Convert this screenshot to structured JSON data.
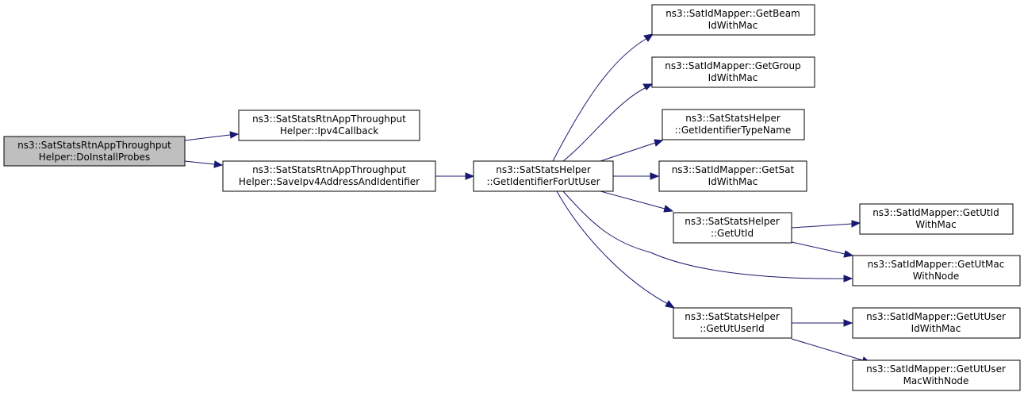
{
  "colors": {
    "node_fill": "#ffffff",
    "root_fill": "#bfbfbf",
    "node_border": "#000000",
    "edge": "#191970"
  },
  "nodes": {
    "doinstall": {
      "line1": "ns3::SatStatsRtnAppThroughput",
      "line2": "Helper::DoInstallProbes"
    },
    "ipv4cb": {
      "line1": "ns3::SatStatsRtnAppThroughput",
      "line2": "Helper::Ipv4Callback"
    },
    "saveipv4": {
      "line1": "ns3::SatStatsRtnAppThroughput",
      "line2": "Helper::SaveIpv4AddressAndIdentifier"
    },
    "getidforut": {
      "line1": "ns3::SatStatsHelper",
      "line2": "::GetIdentifierForUtUser"
    },
    "getbeam": {
      "line1": "ns3::SatIdMapper::GetBeam",
      "line2": "IdWithMac"
    },
    "getgroup": {
      "line1": "ns3::SatIdMapper::GetGroup",
      "line2": "IdWithMac"
    },
    "getidtype": {
      "line1": "ns3::SatStatsHelper",
      "line2": "::GetIdentifierTypeName"
    },
    "getsat": {
      "line1": "ns3::SatIdMapper::GetSat",
      "line2": "IdWithMac"
    },
    "getutid": {
      "line1": "ns3::SatStatsHelper",
      "line2": "::GetUtId"
    },
    "getutuserid": {
      "line1": "ns3::SatStatsHelper",
      "line2": "::GetUtUserId"
    },
    "getutidmac": {
      "line1": "ns3::SatIdMapper::GetUtId",
      "line2": "WithMac"
    },
    "getutmacnode": {
      "line1": "ns3::SatIdMapper::GetUtMac",
      "line2": "WithNode"
    },
    "getutusermac": {
      "line1": "ns3::SatIdMapper::GetUtUser",
      "line2": "IdWithMac"
    },
    "getutusermacnode": {
      "line1": "ns3::SatIdMapper::GetUtUser",
      "line2": "MacWithNode"
    }
  },
  "edges": [
    {
      "from": "doinstall",
      "to": "ipv4cb"
    },
    {
      "from": "doinstall",
      "to": "saveipv4"
    },
    {
      "from": "saveipv4",
      "to": "getidforut"
    },
    {
      "from": "getidforut",
      "to": "getbeam"
    },
    {
      "from": "getidforut",
      "to": "getgroup"
    },
    {
      "from": "getidforut",
      "to": "getidtype"
    },
    {
      "from": "getidforut",
      "to": "getsat"
    },
    {
      "from": "getidforut",
      "to": "getutid"
    },
    {
      "from": "getidforut",
      "to": "getutmacnode"
    },
    {
      "from": "getidforut",
      "to": "getutuserid"
    },
    {
      "from": "getutid",
      "to": "getutidmac"
    },
    {
      "from": "getutid",
      "to": "getutmacnode"
    },
    {
      "from": "getutuserid",
      "to": "getutusermac"
    },
    {
      "from": "getutuserid",
      "to": "getutusermacnode"
    }
  ]
}
